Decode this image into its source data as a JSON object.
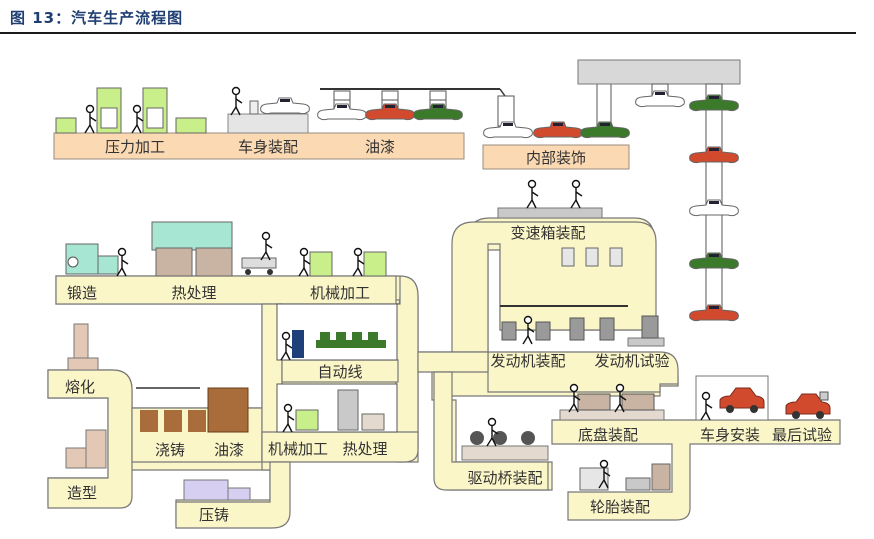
{
  "title": "图 13：汽车生产流程图",
  "colors": {
    "title": "#1f3e72",
    "rule": "#1a1a1a",
    "peach_band": "#fbd9b3",
    "cream_path": "#fbf6c8",
    "path_stroke": "#777777",
    "machine_green": "#c8ef8a",
    "machine_teal": "#a6e6d2",
    "machine_brown": "#c9b4a3",
    "casting_brown": "#a86d3a",
    "car_red": "#d24a2d",
    "car_green": "#3b7a2a",
    "car_white": "#ffffff",
    "conveyor_gray": "#d8d8d8",
    "die_cast_purple": "#d6cff2",
    "auto_line_navy": "#1d3f7a"
  },
  "stations": {
    "press": "压力加工",
    "body_assembly": "车身装配",
    "paint_top": "油漆",
    "interior": "内部装饰",
    "forging": "锻造",
    "heat_treat_top": "热处理",
    "machining_top": "机械加工",
    "melting": "熔化",
    "molding": "造型",
    "casting": "浇铸",
    "paint_casting": "油漆",
    "die_casting": "压铸",
    "auto_line": "自动线",
    "machining_bottom": "机械加工",
    "heat_treat_bottom": "热处理",
    "gearbox": "变速箱装配",
    "engine_assembly": "发动机装配",
    "engine_test": "发动机试验",
    "axle": "驱动桥装配",
    "chassis": "底盘装配",
    "body_mount": "车身安装",
    "final_test": "最后试验",
    "tire": "轮胎装配"
  }
}
